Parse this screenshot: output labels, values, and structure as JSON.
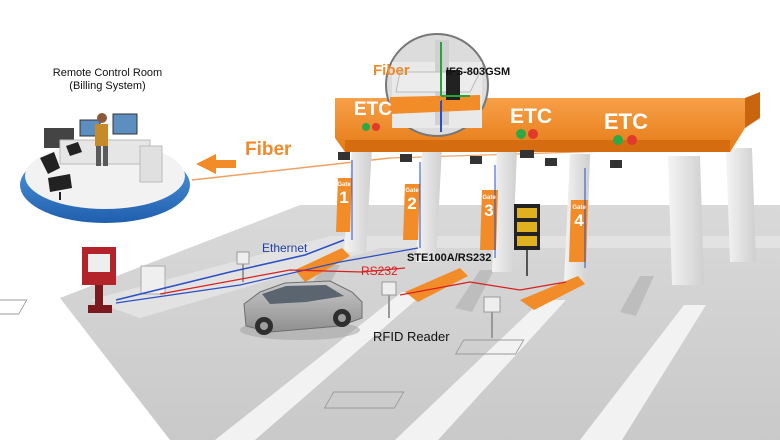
{
  "labels": {
    "control_room": "Remote Control Room\n(Billing System)",
    "fiber_main": "Fiber",
    "fiber_zoom": "Fiber",
    "device": "IFS-803GSM",
    "ethernet": "Ethernet",
    "rs232": "RS232",
    "converter": "STE100A/RS232",
    "rfid": "RFID Reader"
  },
  "etc_signs": [
    "ETC",
    "ETC",
    "ETC"
  ],
  "gates": [
    {
      "word": "Gate",
      "number": "1"
    },
    {
      "word": "Gate",
      "number": "2"
    },
    {
      "word": "Gate",
      "number": "3"
    },
    {
      "word": "Gate",
      "number": "4"
    }
  ],
  "colors": {
    "orange": "#f28c28",
    "fiber_text": "#f08a2a",
    "ethernet_line": "#2b4fc4",
    "rs232_line": "#d92020",
    "room_ring": "#2f78c8"
  }
}
